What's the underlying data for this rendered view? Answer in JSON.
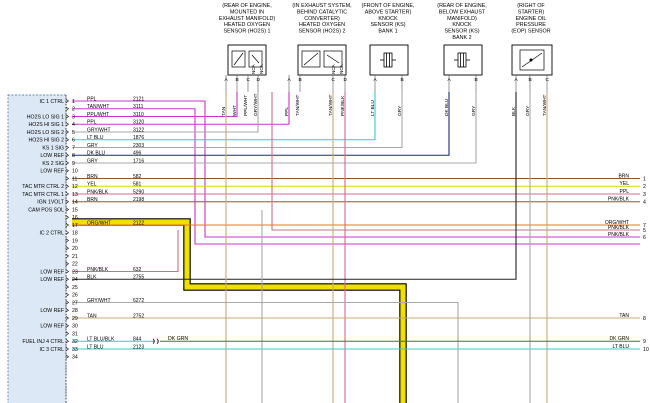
{
  "sensors": [
    {
      "id": "ho2s1",
      "title": [
        "(REAR OF ENGINE,",
        "MOUNTED IN",
        "EXHAUST MANIFOLD)",
        "HEATED OXYGEN",
        "SENSOR (HO2S) 1"
      ],
      "wires": [
        "TAN",
        "WHT",
        "PPL/WHT",
        "GRY/WHT"
      ],
      "pins": [
        "A",
        "B",
        "C",
        "D"
      ],
      "type": "o2"
    },
    {
      "id": "ho2s2",
      "title": [
        "(IN EXHAUST SYSTEM,",
        "BEHIND CATALYTIC",
        "CONVERTER)",
        "HEATED OXYGEN",
        "SENSOR (HO2S) 2"
      ],
      "wires": [
        "PPL",
        "TAN/WHT",
        "TAN/WHT",
        "PNK/BLK"
      ],
      "pins": [
        "A",
        "B",
        "C",
        "D"
      ],
      "type": "o2"
    },
    {
      "id": "ks1",
      "title": [
        "(FRONT OF ENGINE,",
        "ABOVE STARTER)",
        "KNOCK",
        "SENSOR (KS)",
        "BANK 1"
      ],
      "wires": [
        "LT BLU",
        "GRY"
      ],
      "pins": [
        "A",
        "B"
      ],
      "type": "ks"
    },
    {
      "id": "ks2",
      "title": [
        "(REAR OF ENGINE,",
        "BELOW EXHAUST",
        "MANIFOLD)",
        "KNOCK",
        "SENSOR (KS)",
        "BANK 2"
      ],
      "wires": [
        "DK BLU",
        "GRY"
      ],
      "pins": [
        "A",
        "B"
      ],
      "type": "ks"
    },
    {
      "id": "eop",
      "title": [
        "(RIGHT OF",
        "STARTER)",
        "ENGINE OIL",
        "PRESSURE",
        "(EOP) SENSOR"
      ],
      "wires": [
        "BLK",
        "GRY",
        "TAN/WHT"
      ],
      "pins": [
        "A",
        "B",
        "C"
      ],
      "type": "eop"
    }
  ],
  "nca_label": "NCA",
  "connector_rows": [
    {
      "pin": "1",
      "label": "IC 1 CTRL",
      "color": "PPL",
      "circuit": "2121"
    },
    {
      "pin": "2",
      "label": "",
      "color": "TAN/WHT",
      "circuit": "3111"
    },
    {
      "pin": "3",
      "label": "HO2S LO SIG 1",
      "color": "PPL/WHT",
      "circuit": "3110"
    },
    {
      "pin": "4",
      "label": "HO2S HI SIG 1",
      "color": "PPL",
      "circuit": "3120"
    },
    {
      "pin": "5",
      "label": "HO2S LO SIG 2",
      "color": "GRY/WHT",
      "circuit": "3122"
    },
    {
      "pin": "6",
      "label": "HO2S HI SIG 2",
      "color": "LT BLU",
      "circuit": "1876"
    },
    {
      "pin": "7",
      "label": "KS 1 SIG",
      "color": "GRY",
      "circuit": "2303"
    },
    {
      "pin": "8",
      "label": "LOW REF",
      "color": "DK BLU",
      "circuit": "496"
    },
    {
      "pin": "9",
      "label": "KS 2 SIG",
      "color": "GRY",
      "circuit": "1716"
    },
    {
      "pin": "10",
      "label": "LOW REF",
      "color": "",
      "circuit": ""
    },
    {
      "pin": "11",
      "label": "",
      "color": "BRN",
      "circuit": "582"
    },
    {
      "pin": "12",
      "label": "TAC MTR CTRL 2",
      "color": "YEL",
      "circuit": "581"
    },
    {
      "pin": "13",
      "label": "TAC MTR CTRL 1",
      "color": "PNK/BLK",
      "circuit": "5290"
    },
    {
      "pin": "14",
      "label": "IGN 1VOLT",
      "color": "BRN",
      "circuit": "2198"
    },
    {
      "pin": "15",
      "label": "CAM POS SOL",
      "color": "",
      "circuit": ""
    },
    {
      "pin": "16",
      "label": "",
      "color": "",
      "circuit": ""
    },
    {
      "pin": "17",
      "label": "",
      "color": "ORG/WHT",
      "circuit": "2122"
    },
    {
      "pin": "18",
      "label": "IC 2 CTRL",
      "color": "",
      "circuit": ""
    },
    {
      "pin": "19",
      "label": "",
      "color": "",
      "circuit": ""
    },
    {
      "pin": "20",
      "label": "",
      "color": "",
      "circuit": ""
    },
    {
      "pin": "21",
      "label": "",
      "color": "",
      "circuit": ""
    },
    {
      "pin": "22",
      "label": "",
      "color": "",
      "circuit": ""
    },
    {
      "pin": "23",
      "label": "LOW REF",
      "color": "PNK/BLK",
      "circuit": "632"
    },
    {
      "pin": "24",
      "label": "LOW REF",
      "color": "BLK",
      "circuit": "2755"
    },
    {
      "pin": "25",
      "label": "",
      "color": "",
      "circuit": ""
    },
    {
      "pin": "26",
      "label": "",
      "color": "",
      "circuit": ""
    },
    {
      "pin": "27",
      "label": "",
      "color": "GRY/WHT",
      "circuit": "6272"
    },
    {
      "pin": "28",
      "label": "LOW REF",
      "color": "",
      "circuit": ""
    },
    {
      "pin": "29",
      "label": "",
      "color": "TAN",
      "circuit": "2752"
    },
    {
      "pin": "30",
      "label": "LOW REF",
      "color": "",
      "circuit": ""
    },
    {
      "pin": "31",
      "label": "",
      "color": "",
      "circuit": ""
    },
    {
      "pin": "32",
      "label": "FUEL INJ 4 CTRL",
      "color": "LT BLU/BLK",
      "circuit": "844"
    },
    {
      "pin": "33",
      "label": "IC 3 CTRL",
      "color": "LT BLU",
      "circuit": "2123"
    },
    {
      "pin": "34",
      "label": "",
      "color": "",
      "circuit": ""
    }
  ],
  "right_labels": [
    {
      "text": "BRN",
      "num": "1"
    },
    {
      "text": "YEL",
      "num": "2"
    },
    {
      "text": "PPL",
      "num": "3"
    },
    {
      "text": "PNK/BLK",
      "num": "4"
    },
    {
      "text": "PNK/BLK",
      "num": "5"
    },
    {
      "text": "PNK/BLK",
      "num": "6"
    },
    {
      "text": "ORG/WHT",
      "num": "7"
    },
    {
      "text": "TAN",
      "num": "8"
    },
    {
      "text": "DK GRN",
      "num": "9"
    },
    {
      "text": "LT BLU",
      "num": "10"
    }
  ],
  "inline_labels": {
    "dk_grn": "DK GRN"
  },
  "colors": {
    "PPL": "#cc33cc",
    "PPL/WHT": "#cc33cc",
    "TAN": "#c8a878",
    "TAN/WHT": "#c8a878",
    "GRY": "#a8a8a8",
    "GRY/WHT": "#a8a8a8",
    "LT BLU": "#33cccc",
    "DK BLU": "#1a2a80",
    "BRN": "#8b5a2b",
    "YEL": "#d8d800",
    "PNK/BLK": "#d86a8a",
    "ORG/WHT": "#e07820",
    "BLK": "#222222",
    "DK GRN": "#1a8a2a",
    "LT BLU/BLK": "#33cccc",
    "HIGHLIGHT": "#f0e000",
    "CONNECTOR_BG": "#dce8f5",
    "CONNECTOR_BORDER": "#6a8ab0"
  }
}
